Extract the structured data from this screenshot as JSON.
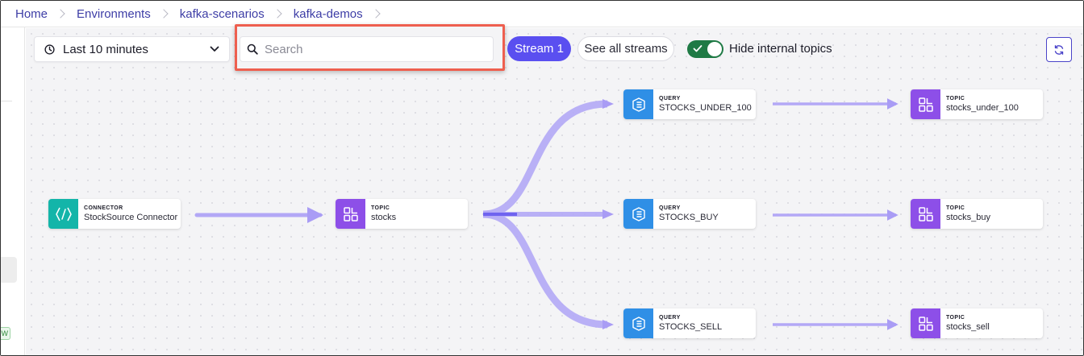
{
  "breadcrumb": [
    {
      "label": "Home"
    },
    {
      "label": "Environments"
    },
    {
      "label": "kafka-scenarios"
    },
    {
      "label": "kafka-demos"
    }
  ],
  "sidebar": {
    "badge": "W"
  },
  "toolbar": {
    "time_range": "Last 10 minutes",
    "search_placeholder": "Search",
    "search_value": "",
    "stream_button": "Stream 1",
    "see_all_button": "See all streams",
    "toggle_label": "Hide internal topics",
    "toggle_on": true
  },
  "colors": {
    "accent": "#5a4ff0",
    "connector": "#13b5a9",
    "topic": "#8d4fe8",
    "query": "#2f8fe6",
    "edge": "#a99cf5",
    "highlight": "#ee5f4f",
    "toggle": "#1f7a45"
  },
  "nodes": {
    "connector": {
      "type": "CONNECTOR",
      "name": "StockSource Connector"
    },
    "topic_stocks": {
      "type": "TOPIC",
      "name": "stocks"
    },
    "query_under_100": {
      "type": "QUERY",
      "name": "STOCKS_UNDER_100"
    },
    "query_buy": {
      "type": "QUERY",
      "name": "STOCKS_BUY"
    },
    "query_sell": {
      "type": "QUERY",
      "name": "STOCKS_SELL"
    },
    "topic_under_100": {
      "type": "TOPIC",
      "name": "stocks_under_100"
    },
    "topic_buy": {
      "type": "TOPIC",
      "name": "stocks_buy"
    },
    "topic_sell": {
      "type": "TOPIC",
      "name": "stocks_sell"
    }
  }
}
